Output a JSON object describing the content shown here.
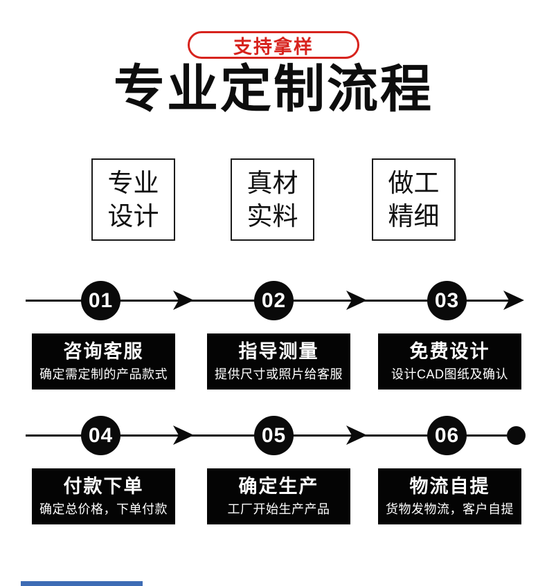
{
  "badge": {
    "label": "支持拿样"
  },
  "title": "专业定制流程",
  "features": [
    {
      "line1": "专业",
      "line2": "设计"
    },
    {
      "line1": "真材",
      "line2": "实料"
    },
    {
      "line1": "做工",
      "line2": "精细"
    }
  ],
  "steps": [
    {
      "number": "01",
      "title": "咨询客服",
      "desc": "确定需定制的产品款式"
    },
    {
      "number": "02",
      "title": "指导测量",
      "desc": "提供尺寸或照片给客服"
    },
    {
      "number": "03",
      "title": "免费设计",
      "desc": "设计CAD图纸及确认"
    },
    {
      "number": "04",
      "title": "付款下单",
      "desc": "确定总价格，下单付款"
    },
    {
      "number": "05",
      "title": "确定生产",
      "desc": "工厂开始生产产品"
    },
    {
      "number": "06",
      "title": "物流自提",
      "desc": "货物发物流，客户自提"
    }
  ],
  "colors": {
    "accent_red": "#d7231d",
    "flow_black": "#0a0a0a",
    "bottom_accent_blue": "#3e6cb5"
  }
}
